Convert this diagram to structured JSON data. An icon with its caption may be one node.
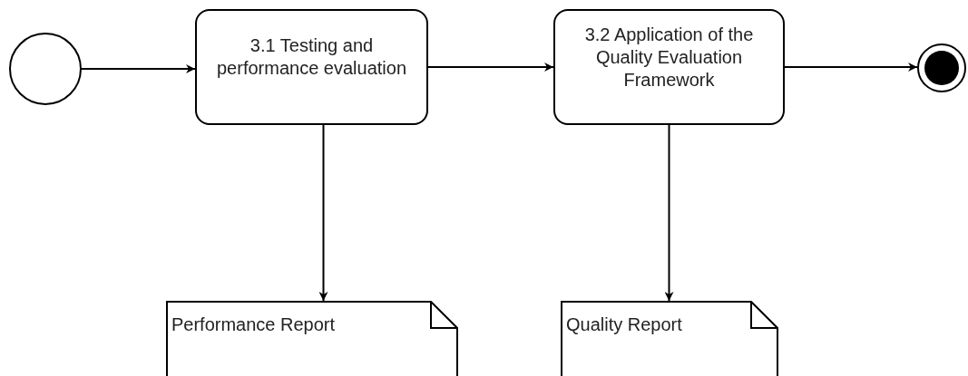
{
  "diagram": {
    "nodes": [
      {
        "text": [],
        "shape": "circle"
      },
      {
        "text": [
          "3.1 Testing and performance evaluation"
        ]
      },
      {
        "text": [
          "3.2 Application of the Quality Evaluation Framework"
        ]
      },
      {
        "text": [],
        "shape": "circle"
      },
      {
        "text": [
          "Performance Report"
        ]
      },
      {
        "text": [
          "Quality Report"
        ]
      }
    ],
    "edges": [
      {
        "from": 0,
        "to": 1,
        "arrow": "to"
      },
      {
        "from": 1,
        "to": 2,
        "arrow": "to"
      },
      {
        "from": 2,
        "to": 3,
        "arrow": "to"
      },
      {
        "from": 1,
        "to": 4,
        "arrow": "to"
      },
      {
        "from": 2,
        "to": 5,
        "arrow": "to"
      }
    ]
  }
}
